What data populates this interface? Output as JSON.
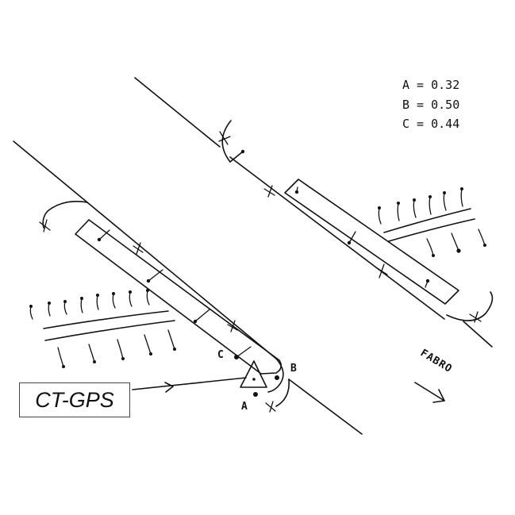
{
  "legend": {
    "label": "CT-GPS"
  },
  "readings": [
    {
      "text": "A = 0.32"
    },
    {
      "text": "B = 0.50"
    },
    {
      "text": "C = 0.44"
    }
  ],
  "points": {
    "a": "A",
    "b": "B",
    "c": "C"
  },
  "direction": {
    "label": "FABRO"
  }
}
